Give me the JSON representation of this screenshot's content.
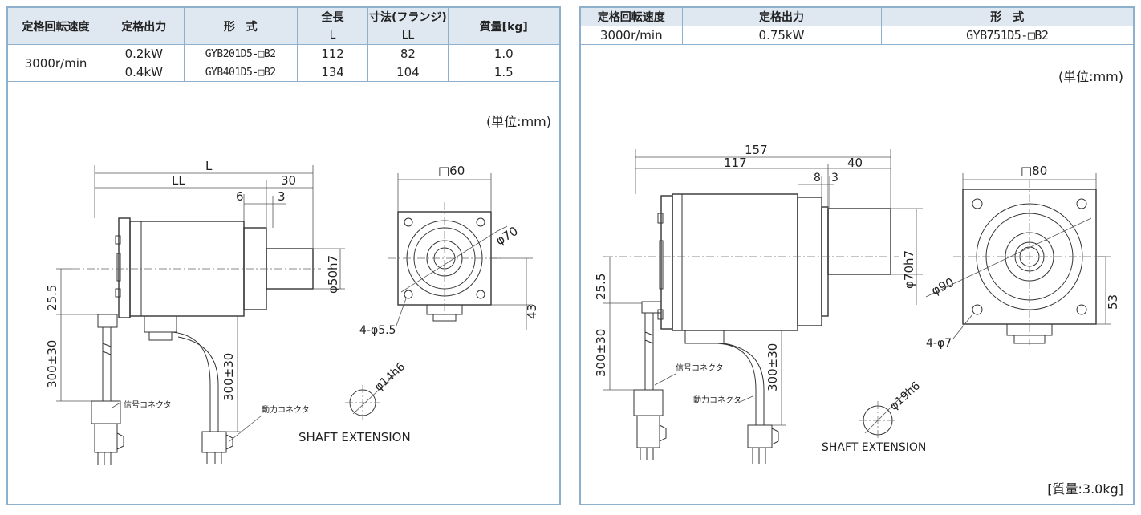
{
  "left_panel": {
    "table": {
      "headers": {
        "speed": "定格回転速度",
        "output": "定格出力",
        "model": "形　式",
        "length_group": "全長",
        "length_sub": "L",
        "dim_group": "寸法(フランジ)",
        "dim_sub": "LL",
        "mass": "質量[kg]"
      },
      "speed": "3000r/min",
      "rows": [
        {
          "output": "0.2kW",
          "model": "GYB201D5-□B2",
          "L": "112",
          "LL": "82",
          "mass": "1.0"
        },
        {
          "output": "0.4kW",
          "model": "GYB401D5-□B2",
          "L": "134",
          "LL": "104",
          "mass": "1.5"
        }
      ]
    },
    "unit_note": "(単位:mm)",
    "drawing": {
      "L": "L",
      "LL": "LL",
      "d30": "30",
      "d6": "6",
      "d3": "3",
      "d25_5": "25.5",
      "cable1": "300±30",
      "cable2": "300±30",
      "shaft_fit": "φ50h7",
      "flange_square": "□60",
      "pcd": "φ70",
      "holes": "4-φ5.5",
      "center_height": "43",
      "shaft_dia": "φ14h6",
      "signal_connector": "信号コネクタ",
      "power_connector": "動力コネクタ",
      "shaft_extension": "SHAFT EXTENSION"
    }
  },
  "right_panel": {
    "table": {
      "headers": {
        "speed": "定格回転速度",
        "output": "定格出力",
        "model": "形　式"
      },
      "row": {
        "speed": "3000r/min",
        "output": "0.75kW",
        "model": "GYB751D5-□B2"
      }
    },
    "unit_note": "(単位:mm)",
    "mass_note": "[質量:3.0kg]",
    "drawing": {
      "d157": "157",
      "d117": "117",
      "d40": "40",
      "d8": "8",
      "d3": "3",
      "d25_5": "25.5",
      "cable1": "300±30",
      "cable2": "300±30",
      "shaft_fit": "φ70h7",
      "flange_square": "□80",
      "pcd": "φ90",
      "holes": "4-φ7",
      "center_height": "53",
      "shaft_dia": "φ19h6",
      "signal_connector": "信号コネクタ",
      "power_connector": "動力コネクタ",
      "shaft_extension": "SHAFT EXTENSION"
    }
  }
}
